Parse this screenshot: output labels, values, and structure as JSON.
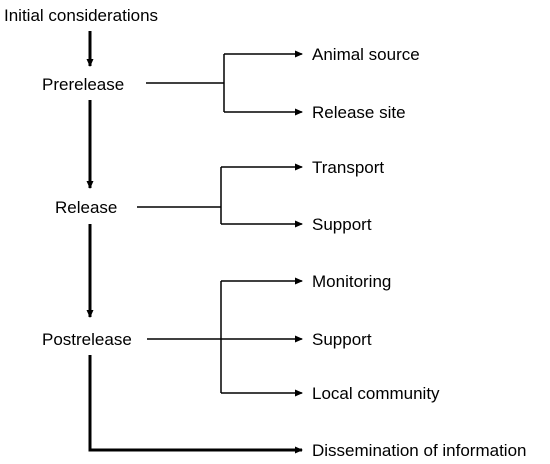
{
  "diagram": {
    "start": "Initial considerations",
    "stages": [
      {
        "name": "Prerelease",
        "outcomes": [
          "Animal source",
          "Release site"
        ]
      },
      {
        "name": "Release",
        "outcomes": [
          "Transport",
          "Support"
        ]
      },
      {
        "name": "Postrelease",
        "outcomes": [
          "Monitoring",
          "Support",
          "Local community"
        ]
      }
    ],
    "final": "Dissemination of information"
  },
  "colors": {
    "line": "#000000",
    "text": "#000000",
    "background": "#ffffff"
  }
}
